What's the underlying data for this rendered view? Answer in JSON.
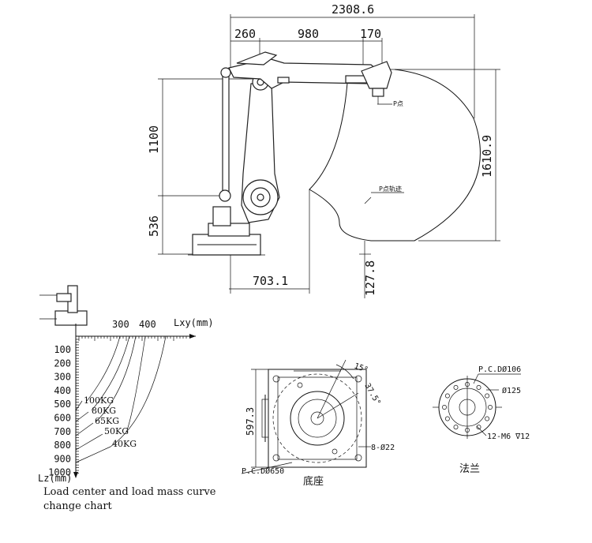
{
  "main_view": {
    "overall_width": "2308.6",
    "seg_a": "260",
    "seg_b": "980",
    "seg_c": "170",
    "height_upper": "1100",
    "height_lower": "536",
    "total_height": "1610.9",
    "base_offset": "703.1",
    "drop": "127.8",
    "p_point": "P点",
    "p_trajectory": "P点轨迹"
  },
  "load_chart": {
    "x_ticks": [
      "300",
      "400"
    ],
    "x_axis_label": "Lxy(mm)",
    "y_ticks": [
      "100",
      "200",
      "300",
      "400",
      "500",
      "600",
      "700",
      "800",
      "900",
      "1000"
    ],
    "y_axis_label": "Lz(mm)",
    "mass_labels": [
      "100KG",
      "80KG",
      "65KG",
      "50KG",
      "40KG"
    ],
    "caption_line1": "Load center and load mass curve",
    "caption_line2": "change chart"
  },
  "base_view": {
    "angle_a": "15°",
    "angle_b": "37.5°",
    "width_dim": "597.3",
    "holes": "8-Ø22",
    "pcd": "P.C.DØ650",
    "title": "底座"
  },
  "flange_view": {
    "pcd": "P.C.DØ106",
    "diameter": "Ø125",
    "thread": "12-M6 ∇12",
    "title": "法兰"
  }
}
